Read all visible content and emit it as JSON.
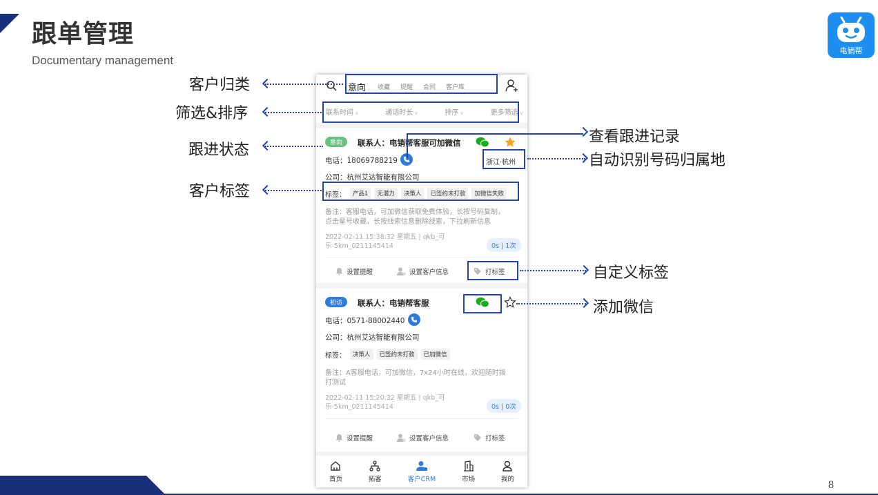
{
  "header": {
    "title": "跟单管理",
    "subtitle": "Documentary management",
    "logo_text": "电销帮"
  },
  "page_number": "8",
  "colors": {
    "brand_dark": "#1a2f7a",
    "brand_blue": "#1f8ef1",
    "accent_blue": "#2f7bdc",
    "wechat_green": "#1aad19",
    "star_orange": "#f6a623"
  },
  "phone": {
    "tabs": [
      {
        "label": "意向",
        "active": true
      },
      {
        "label": "收藏"
      },
      {
        "label": "提醒"
      },
      {
        "label": "合同"
      },
      {
        "label": "客户库"
      }
    ],
    "filters": [
      "联系时间",
      "通话时长",
      "排序",
      "更多筛选"
    ],
    "cards": [
      {
        "badge": "意向",
        "contact": "联系人：电销帮客服可加微信",
        "phone": "电话：18069788219",
        "location": "浙江·杭州",
        "company": "公司：杭州艾达智能有限公司",
        "tags_label": "标签：",
        "tags": [
          "产品1",
          "无潜力",
          "决策人",
          "已签约未打款",
          "加微信失败"
        ],
        "note_line1": "备注：客服电话，可加微信获取免费体验，长按号码复制，",
        "note_line2": "点击星号收藏，长按线索信息删除线索，下拉刷新信息",
        "meta_line1": "2022-02-11 15:38:32 星期五 | qkb_可",
        "meta_line2": "乐-5km_0211145414",
        "count": "0s | 1次",
        "starred": true
      },
      {
        "badge": "初访",
        "contact": "联系人：电销帮客服",
        "phone": "电话：0571-88002440",
        "company": "公司：杭州艾达智能有限公司",
        "tags_label": "标签：",
        "tags": [
          "决策人",
          "已签约未打款",
          "已加微信"
        ],
        "note_line1": "备注：A客服电话，可加微信，7x24小时在线，欢迎随时拨",
        "note_line2": "打测试",
        "meta_line1": "2022-02-11 15:20:32 星期五 | qkb_可",
        "meta_line2": "乐-5km_0211145414",
        "count": "0s | 0次",
        "starred": false
      }
    ],
    "actions": [
      "设置提醒",
      "设置客户信息",
      "打标签"
    ],
    "nav": [
      {
        "label": "首页",
        "icon": "home-icon"
      },
      {
        "label": "拓客",
        "icon": "network-icon"
      },
      {
        "label": "客户CRM",
        "icon": "crm-icon",
        "active": true
      },
      {
        "label": "市场",
        "icon": "building-icon"
      },
      {
        "label": "我的",
        "icon": "user-icon"
      }
    ]
  },
  "annotations": {
    "left": [
      "客户归类",
      "筛选&排序",
      "跟进状态",
      "客户标签"
    ],
    "right": [
      "查看跟进记录",
      "自动识别号码归属地",
      "自定义标签",
      "添加微信"
    ]
  }
}
